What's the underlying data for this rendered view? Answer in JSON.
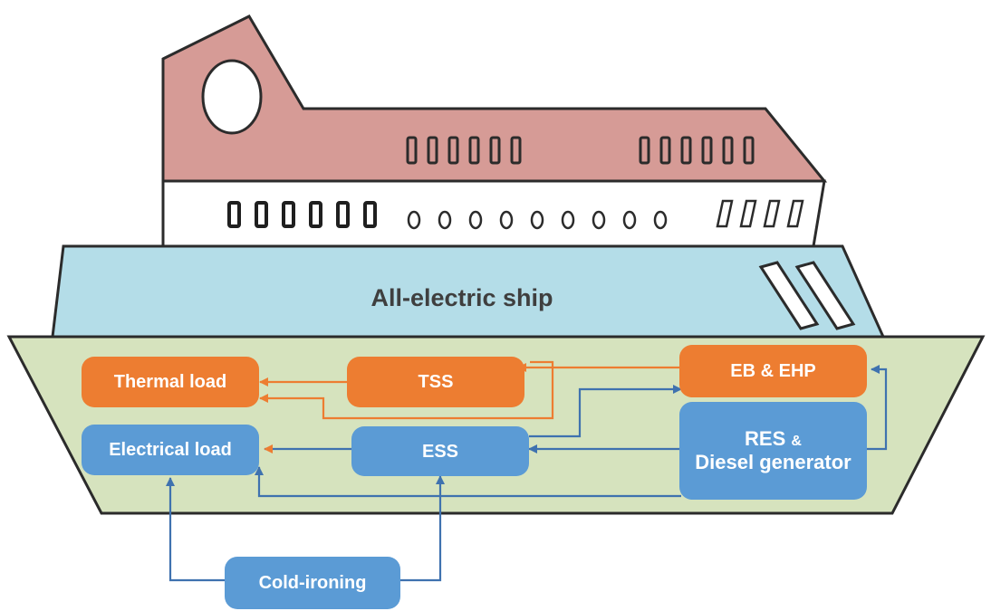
{
  "diagram": {
    "ship_label": "All-electric ship",
    "nodes": {
      "thermal_load": "Thermal load",
      "tss": "TSS",
      "eb_ehp": "EB & EHP",
      "electrical_load": "Electrical load",
      "ess": "ESS",
      "res_line1": "RES",
      "res_amp": "&",
      "res_line2": "Diesel generator",
      "cold_ironing": "Cold-ironing"
    },
    "colors": {
      "hull": "#D6E3BE",
      "deck": "#B4DDE8",
      "superstructure": "#D69B96",
      "thermal": "#ED7D31",
      "electrical": "#5B9BD5"
    }
  }
}
